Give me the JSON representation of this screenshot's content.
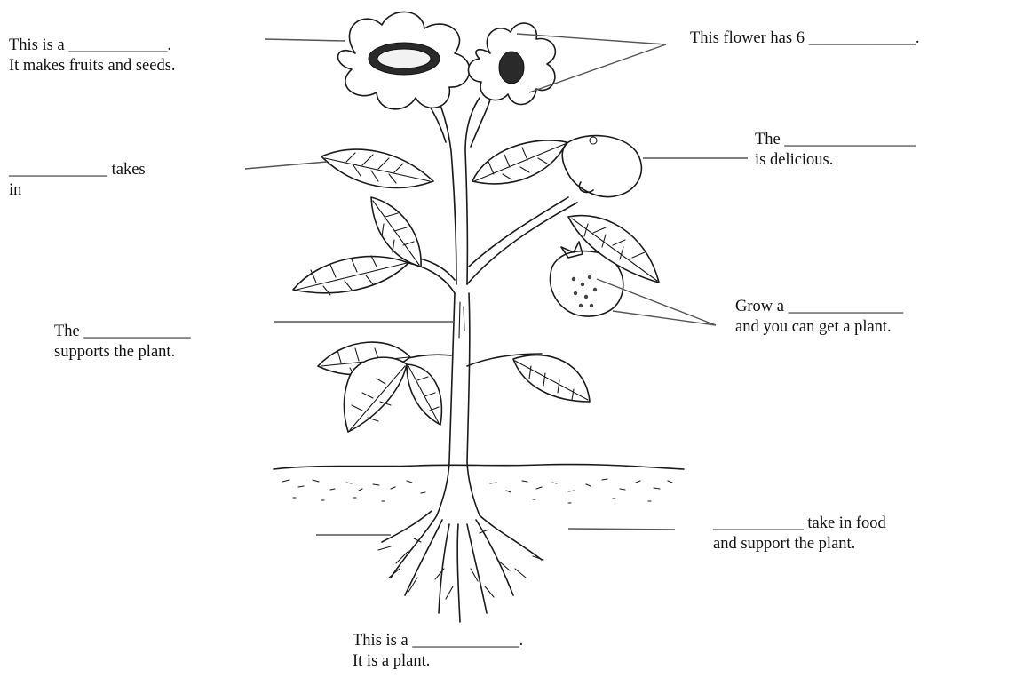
{
  "labels": {
    "flower": {
      "line1": "This is a ____________.",
      "line2": "It makes fruits and seeds."
    },
    "petals": {
      "line1": "This flower has 6 _____________."
    },
    "leaf": {
      "line1": "____________ takes",
      "line2": "in"
    },
    "fruit": {
      "line1": "The ________________",
      "line2": "is delicious."
    },
    "stem": {
      "line1": "The _____________",
      "line2": "supports the plant."
    },
    "seed": {
      "line1": "Grow a ______________",
      "line2": "and you can get a plant."
    },
    "roots": {
      "line1": "___________ take in food",
      "line2": "and support the plant."
    },
    "plant": {
      "line1": "This is a _____________.",
      "line2": "It is a plant."
    }
  }
}
